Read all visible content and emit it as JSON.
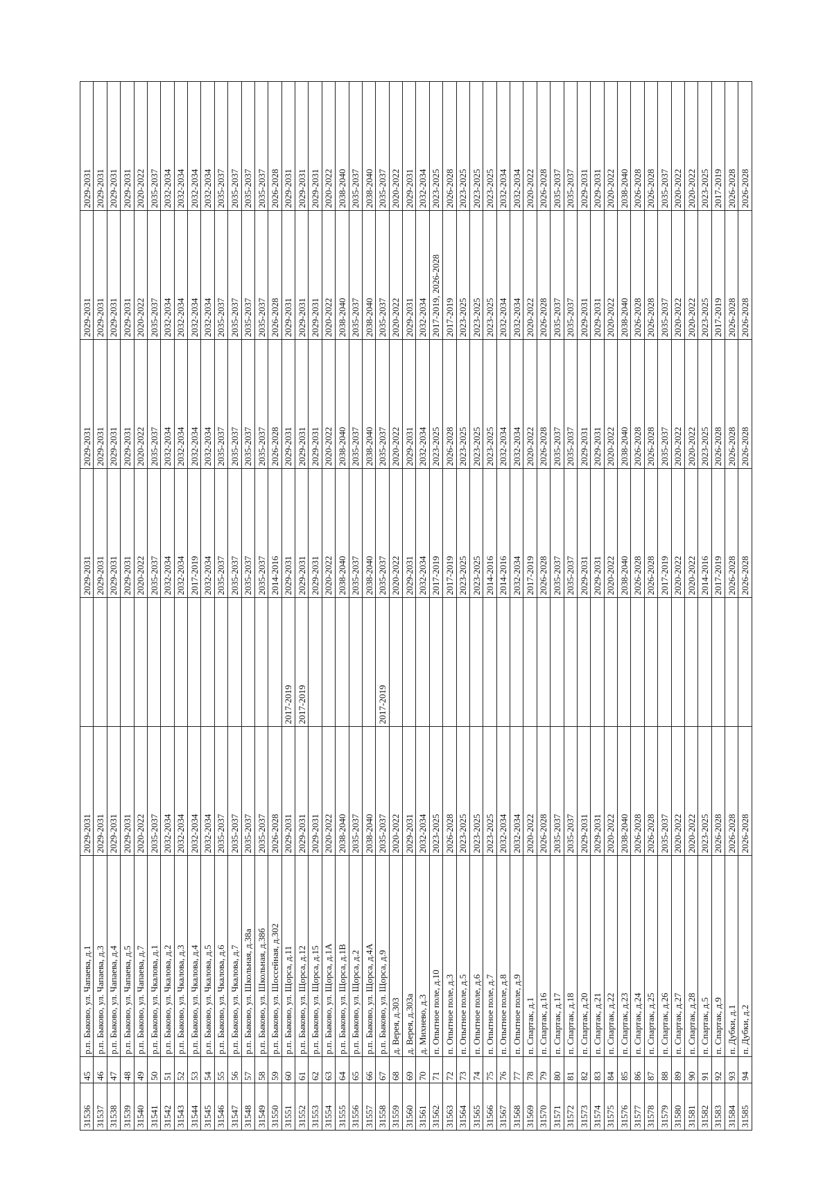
{
  "rows": [
    [
      "31536",
      "45",
      "р.п. Быково, ул. Чапаева, д.1",
      "2029-2031",
      "",
      "2029-2031",
      "2029-2031",
      "2029-2031",
      "2029-2031"
    ],
    [
      "31537",
      "46",
      "р.п. Быково, ул. Чапаева, д.3",
      "2029-2031",
      "",
      "2029-2031",
      "2029-2031",
      "2029-2031",
      "2029-2031"
    ],
    [
      "31538",
      "47",
      "р.п. Быково, ул. Чапаева, д.4",
      "2029-2031",
      "",
      "2029-2031",
      "2029-2031",
      "2029-2031",
      "2029-2031"
    ],
    [
      "31539",
      "48",
      "р.п. Быково, ул. Чапаева, д.5",
      "2029-2031",
      "",
      "2029-2031",
      "2029-2031",
      "2029-2031",
      "2029-2031"
    ],
    [
      "31540",
      "49",
      "р.п. Быково, ул. Чапаева, д.7",
      "2020-2022",
      "",
      "2020-2022",
      "2020-2022",
      "2020-2022",
      "2020-2022"
    ],
    [
      "31541",
      "50",
      "р.п. Быково, ул. Чкалова, д.1",
      "2035-2037",
      "",
      "2035-2037",
      "2035-2037",
      "2035-2037",
      "2035-2037"
    ],
    [
      "31542",
      "51",
      "р.п. Быково, ул. Чкалова, д.2",
      "2032-2034",
      "",
      "2032-2034",
      "2032-2034",
      "2032-2034",
      "2032-2034"
    ],
    [
      "31543",
      "52",
      "р.п. Быково, ул. Чкалова, д.3",
      "2032-2034",
      "",
      "2032-2034",
      "2032-2034",
      "2032-2034",
      "2032-2034"
    ],
    [
      "31544",
      "53",
      "р.п. Быково, ул. Чкалова, д.4",
      "2032-2034",
      "",
      "2017-2019",
      "2032-2034",
      "2032-2034",
      "2032-2034"
    ],
    [
      "31545",
      "54",
      "р.п. Быково, ул. Чкалова, д.5",
      "2032-2034",
      "",
      "2032-2034",
      "2032-2034",
      "2032-2034",
      "2032-2034"
    ],
    [
      "31546",
      "55",
      "р.п. Быково, ул. Чкалова, д.6",
      "2035-2037",
      "",
      "2035-2037",
      "2035-2037",
      "2035-2037",
      "2035-2037"
    ],
    [
      "31547",
      "56",
      "р.п. Быково, ул. Чкалова, д.7",
      "2035-2037",
      "",
      "2035-2037",
      "2035-2037",
      "2035-2037",
      "2035-2037"
    ],
    [
      "31548",
      "57",
      "р.п. Быково, ул. Школьная, д.38а",
      "2035-2037",
      "",
      "2035-2037",
      "2035-2037",
      "2035-2037",
      "2035-2037"
    ],
    [
      "31549",
      "58",
      "р.п. Быково, ул. Школьная, д.38б",
      "2035-2037",
      "",
      "2035-2037",
      "2035-2037",
      "2035-2037",
      "2035-2037"
    ],
    [
      "31550",
      "59",
      "р.п. Быково, ул. Шоссейная, д.302",
      "2026-2028",
      "",
      "2014-2016",
      "2026-2028",
      "2026-2028",
      "2026-2028"
    ],
    [
      "31551",
      "60",
      "р.п. Быково, ул. Щорса, д.11",
      "2029-2031",
      "2017-2019",
      "2029-2031",
      "2029-2031",
      "2029-2031",
      "2029-2031"
    ],
    [
      "31552",
      "61",
      "р.п. Быково, ул. Щорса, д.12",
      "2029-2031",
      "2017-2019",
      "2029-2031",
      "2029-2031",
      "2029-2031",
      "2029-2031"
    ],
    [
      "31553",
      "62",
      "р.п. Быково, ул. Щорса, д.15",
      "2029-2031",
      "",
      "2029-2031",
      "2029-2031",
      "2029-2031",
      "2029-2031"
    ],
    [
      "31554",
      "63",
      "р.п. Быково, ул. Щорса, д.1А",
      "2020-2022",
      "",
      "2020-2022",
      "2020-2022",
      "2020-2022",
      "2020-2022"
    ],
    [
      "31555",
      "64",
      "р.п. Быково, ул. Щорса, д.1В",
      "2038-2040",
      "",
      "2038-2040",
      "2038-2040",
      "2038-2040",
      "2038-2040"
    ],
    [
      "31556",
      "65",
      "р.п. Быково, ул. Щорса, д.2",
      "2035-2037",
      "",
      "2035-2037",
      "2035-2037",
      "2035-2037",
      "2035-2037"
    ],
    [
      "31557",
      "66",
      "р.п. Быково, ул. Щорса, д.4А",
      "2038-2040",
      "",
      "2038-2040",
      "2038-2040",
      "2038-2040",
      "2038-2040"
    ],
    [
      "31558",
      "67",
      "р.п. Быково, ул. Щорса, д.9",
      "2035-2037",
      "2017-2019",
      "2035-2037",
      "2035-2037",
      "2035-2037",
      "2035-2037"
    ],
    [
      "31559",
      "68",
      "д. Верея, д.303",
      "2020-2022",
      "",
      "2020-2022",
      "2020-2022",
      "2020-2022",
      "2020-2022"
    ],
    [
      "31560",
      "69",
      "д. Верея, д.303а",
      "2029-2031",
      "",
      "2029-2031",
      "2029-2031",
      "2029-2031",
      "2029-2031"
    ],
    [
      "31561",
      "70",
      "д. Михнево, д.3",
      "2032-2034",
      "",
      "2032-2034",
      "2032-2034",
      "2032-2034",
      "2032-2034"
    ],
    [
      "31562",
      "71",
      "п. Опытное поле, д.10",
      "2023-2025",
      "",
      "2017-2019",
      "2023-2025",
      "2017-2019, 2026-2028",
      "2023-2025"
    ],
    [
      "31563",
      "72",
      "п. Опытное поле, д.3",
      "2026-2028",
      "",
      "2017-2019",
      "2026-2028",
      "2017-2019",
      "2026-2028"
    ],
    [
      "31564",
      "73",
      "п. Опытное поле, д.5",
      "2023-2025",
      "",
      "2023-2025",
      "2023-2025",
      "2023-2025",
      "2023-2025"
    ],
    [
      "31565",
      "74",
      "п. Опытное поле, д.6",
      "2023-2025",
      "",
      "2023-2025",
      "2023-2025",
      "2023-2025",
      "2023-2025"
    ],
    [
      "31566",
      "75",
      "п. Опытное поле, д.7",
      "2023-2025",
      "",
      "2014-2016",
      "2023-2025",
      "2023-2025",
      "2023-2025"
    ],
    [
      "31567",
      "76",
      "п. Опытное поле, д.8",
      "2032-2034",
      "",
      "2014-2016",
      "2032-2034",
      "2032-2034",
      "2032-2034"
    ],
    [
      "31568",
      "77",
      "п. Опытное поле, д.9",
      "2032-2034",
      "",
      "2032-2034",
      "2032-2034",
      "2032-2034",
      "2032-2034"
    ],
    [
      "31569",
      "78",
      "п. Спартак, д.1",
      "2020-2022",
      "",
      "2017-2019",
      "2020-2022",
      "2020-2022",
      "2020-2022"
    ],
    [
      "31570",
      "79",
      "п. Спартак, д.16",
      "2026-2028",
      "",
      "2026-2028",
      "2026-2028",
      "2026-2028",
      "2026-2028"
    ],
    [
      "31571",
      "80",
      "п. Спартак, д.17",
      "2035-2037",
      "",
      "2035-2037",
      "2035-2037",
      "2035-2037",
      "2035-2037"
    ],
    [
      "31572",
      "81",
      "п. Спартак, д.18",
      "2035-2037",
      "",
      "2035-2037",
      "2035-2037",
      "2035-2037",
      "2035-2037"
    ],
    [
      "31573",
      "82",
      "п. Спартак, д.20",
      "2029-2031",
      "",
      "2029-2031",
      "2029-2031",
      "2029-2031",
      "2029-2031"
    ],
    [
      "31574",
      "83",
      "п. Спартак, д.21",
      "2029-2031",
      "",
      "2029-2031",
      "2029-2031",
      "2029-2031",
      "2029-2031"
    ],
    [
      "31575",
      "84",
      "п. Спартак, д.22",
      "2020-2022",
      "",
      "2020-2022",
      "2020-2022",
      "2020-2022",
      "2020-2022"
    ],
    [
      "31576",
      "85",
      "п. Спартак, д.23",
      "2038-2040",
      "",
      "2038-2040",
      "2038-2040",
      "2038-2040",
      "2038-2040"
    ],
    [
      "31577",
      "86",
      "п. Спартак, д.24",
      "2026-2028",
      "",
      "2026-2028",
      "2026-2028",
      "2026-2028",
      "2026-2028"
    ],
    [
      "31578",
      "87",
      "п. Спартак, д.25",
      "2026-2028",
      "",
      "2026-2028",
      "2026-2028",
      "2026-2028",
      "2026-2028"
    ],
    [
      "31579",
      "88",
      "п. Спартак, д.26",
      "2035-2037",
      "",
      "2017-2019",
      "2035-2037",
      "2035-2037",
      "2035-2037"
    ],
    [
      "31580",
      "89",
      "п. Спартак, д.27",
      "2020-2022",
      "",
      "2020-2022",
      "2020-2022",
      "2020-2022",
      "2020-2022"
    ],
    [
      "31581",
      "90",
      "п. Спартак, д.28",
      "2020-2022",
      "",
      "2020-2022",
      "2020-2022",
      "2020-2022",
      "2020-2022"
    ],
    [
      "31582",
      "91",
      "п. Спартак, д.5",
      "2023-2025",
      "",
      "2014-2016",
      "2023-2025",
      "2023-2025",
      "2023-2025"
    ],
    [
      "31583",
      "92",
      "п. Спартак, д.9",
      "2026-2028",
      "",
      "2017-2019",
      "2026-2028",
      "2017-2019",
      "2017-2019"
    ],
    [
      "31584",
      "93",
      "п. Дубки, д.1",
      "2026-2028",
      "",
      "2026-2028",
      "2026-2028",
      "2026-2028",
      "2026-2028"
    ],
    [
      "31585",
      "94",
      "п. Дубки, д.2",
      "2026-2028",
      "",
      "2026-2028",
      "2026-2028",
      "2026-2028",
      "2026-2028"
    ]
  ]
}
